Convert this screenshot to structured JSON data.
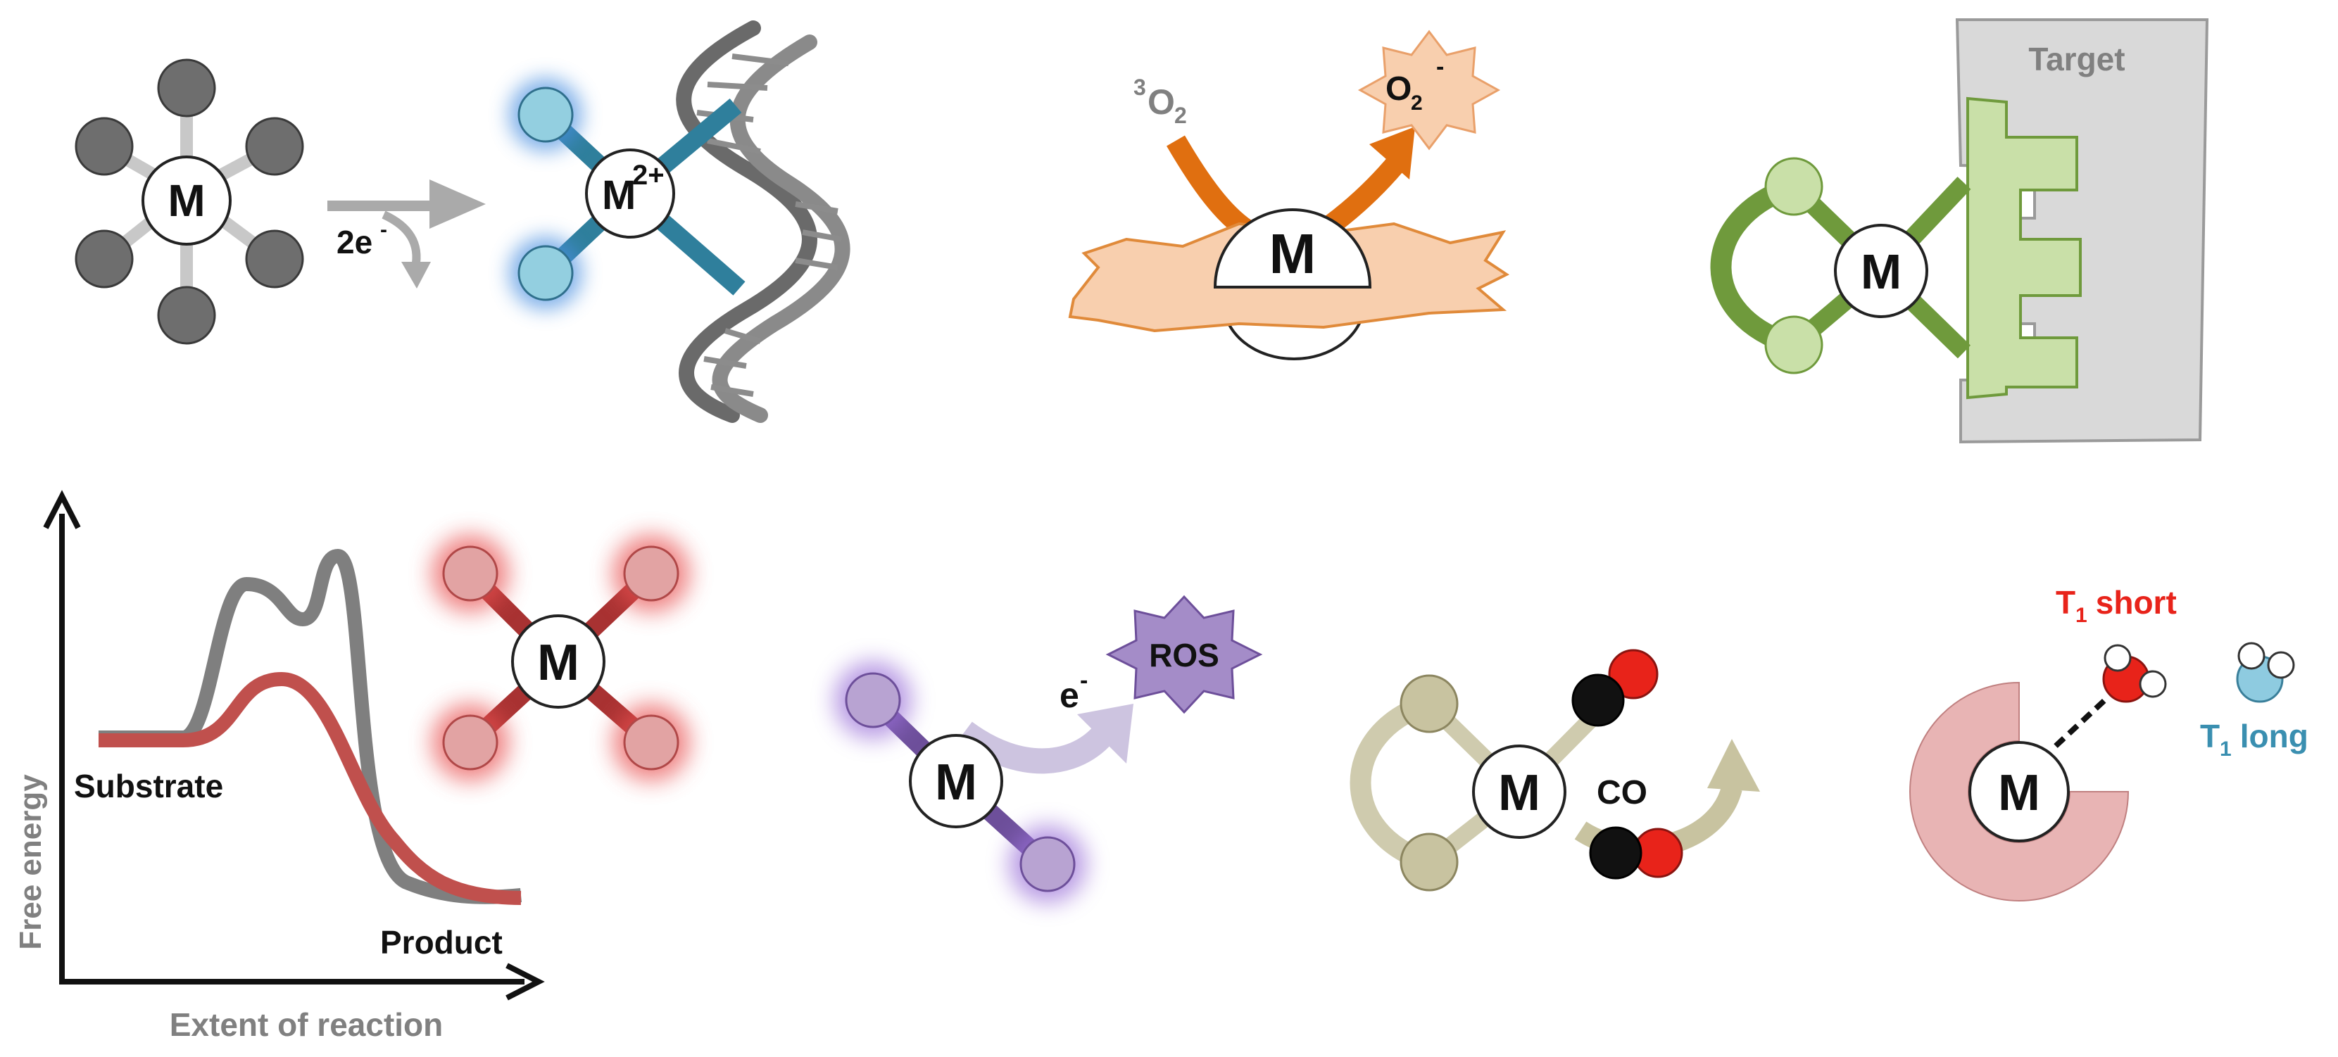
{
  "panels": {
    "reduction": {
      "metal_label": "M",
      "electrons_label": "2e",
      "electrons_sup": "-",
      "product_label": "M",
      "product_sup": "2+"
    },
    "photosensitizer": {
      "oxygen_label": "O",
      "oxygen_sup": "3",
      "oxygen_sub": "2",
      "superoxide_label": "O",
      "superoxide_sub": "2",
      "superoxide_sup": "-",
      "metal_label": "M"
    },
    "targeting": {
      "metal_label": "M",
      "target_label": "Target"
    },
    "catalysis": {
      "metal_label": "M",
      "y_axis_label": "Free energy",
      "x_axis_label": "Extent of reaction",
      "substrate_label": "Substrate",
      "product_label": "Product"
    },
    "ros": {
      "metal_label": "M",
      "electron_label": "e",
      "electron_sup": "-",
      "ros_label": "ROS"
    },
    "co_release": {
      "metal_label": "M",
      "co_label": "CO"
    },
    "mri": {
      "metal_label": "M",
      "short_label": "T",
      "short_sub": "1",
      "short_suffix": " short",
      "long_label": "T",
      "long_sub": "1",
      "long_suffix": " long"
    }
  },
  "colors": {
    "gray_ligand": "#666666",
    "blue": "#2f7f9c",
    "orange": "#e06f10",
    "peach": "#f8cfae",
    "green": "#6f9a3c",
    "light_green": "#c9e0a8",
    "target_gray": "#d9d9d9",
    "red": "#c0504d",
    "purple": "#6d4f9a",
    "khaki": "#b9b48a",
    "oxygen_red": "#e8231a",
    "pink": "#e8b4b4",
    "water_blue": "#8ecbe0"
  }
}
